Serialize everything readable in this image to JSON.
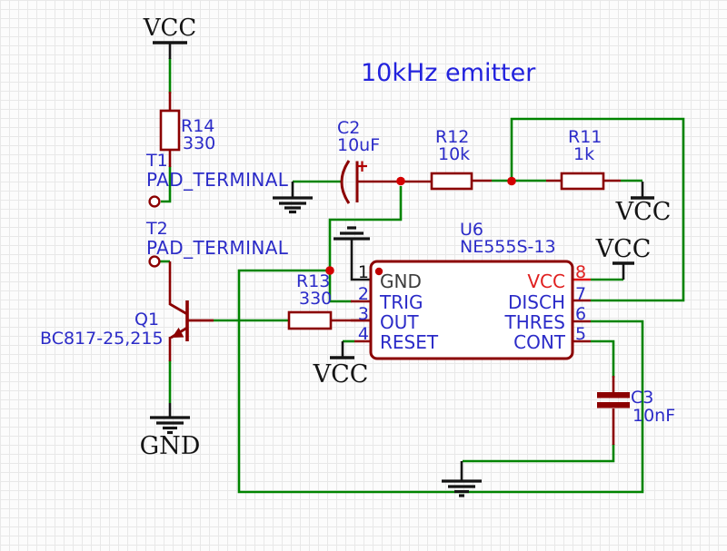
{
  "title": "10kHz emitter",
  "power": {
    "vcc": "VCC",
    "gnd": "GND"
  },
  "components": {
    "r14": {
      "designator": "R14",
      "value": "330"
    },
    "r13": {
      "designator": "R13",
      "value": "330"
    },
    "r12": {
      "designator": "R12",
      "value": "10k"
    },
    "r11": {
      "designator": "R11",
      "value": "1k"
    },
    "c2": {
      "designator": "C2",
      "value": "10uF"
    },
    "c3": {
      "designator": "C3",
      "value": "10nF"
    },
    "t1": {
      "designator": "T1",
      "value": "PAD_TERMINAL"
    },
    "t2": {
      "designator": "T2",
      "value": "PAD_TERMINAL"
    },
    "q1": {
      "designator": "Q1",
      "value": "BC817-25,215"
    },
    "u6": {
      "designator": "U6",
      "value": "NE555S-13",
      "pins_left": [
        {
          "num": "1",
          "name": "GND"
        },
        {
          "num": "2",
          "name": "TRIG"
        },
        {
          "num": "3",
          "name": "OUT"
        },
        {
          "num": "4",
          "name": "RESET"
        }
      ],
      "pins_right": [
        {
          "num": "8",
          "name": "VCC"
        },
        {
          "num": "7",
          "name": "DISCH"
        },
        {
          "num": "6",
          "name": "THRES"
        },
        {
          "num": "5",
          "name": "CONT"
        }
      ]
    }
  },
  "colors": {
    "wire": "#008400",
    "component": "#8b0000",
    "junction": "#d40000",
    "label": "#2b2bc8",
    "title": "#2222dd",
    "power_symbol": "#141414",
    "chip_gnd_label": "#3d3d3d",
    "chip_vcc_label": "#e02020"
  }
}
